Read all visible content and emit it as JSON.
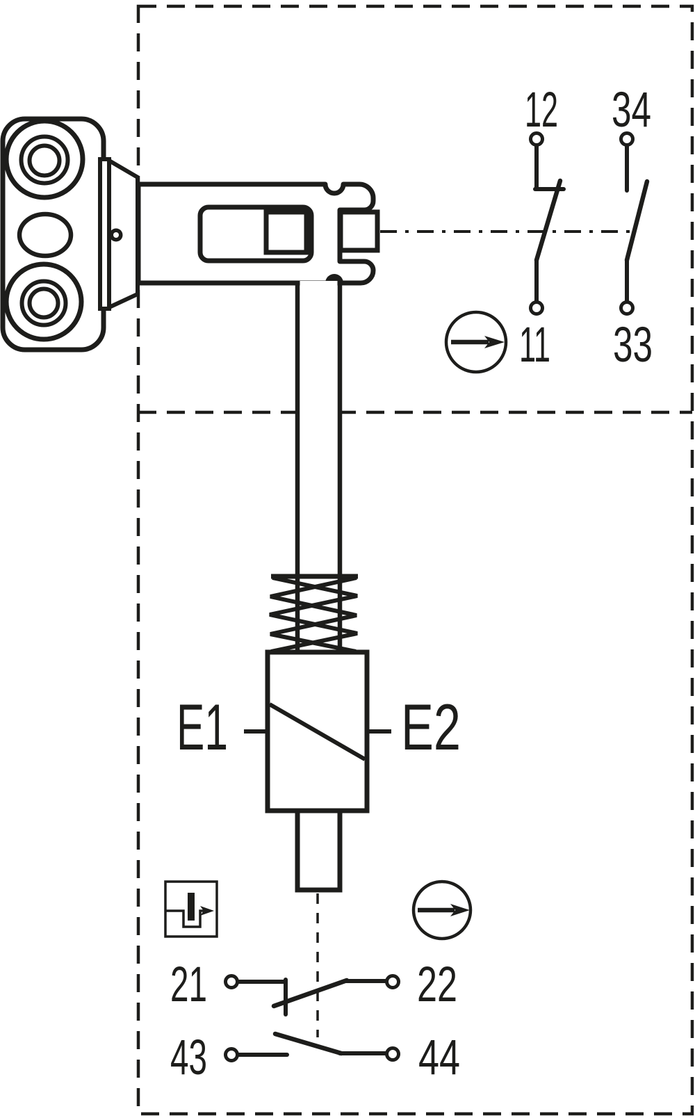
{
  "colors": {
    "line": "#1d1d1b",
    "background": "#ffffff"
  },
  "labels": {
    "t12": "12",
    "t34": "34",
    "t11": "11",
    "t33": "33",
    "t21": "21",
    "t22": "22",
    "t43": "43",
    "t44": "44",
    "e1": "E1",
    "e2": "E2"
  },
  "icons": {
    "actuation_direction_top": "circle-right-arrow",
    "actuation_direction_bottom": "circle-right-arrow",
    "pulse": "pulse-signal-in-box"
  }
}
